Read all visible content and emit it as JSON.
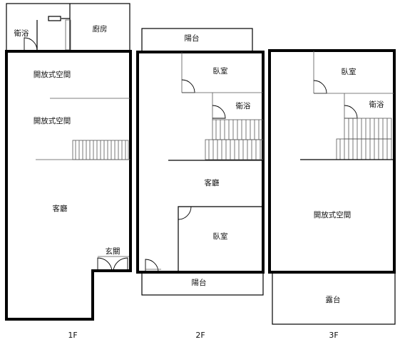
{
  "floors": [
    {
      "caption": "1F",
      "rooms": [
        "衛浴",
        "廚房",
        "開放式空間",
        "開放式空間",
        "客廳",
        "玄關"
      ]
    },
    {
      "caption": "2F",
      "rooms": [
        "陽台",
        "臥室",
        "衛浴",
        "客廳",
        "臥室",
        "陽台"
      ]
    },
    {
      "caption": "3F",
      "rooms": [
        "臥室",
        "衛浴",
        "開放式空間",
        "露台"
      ]
    }
  ]
}
